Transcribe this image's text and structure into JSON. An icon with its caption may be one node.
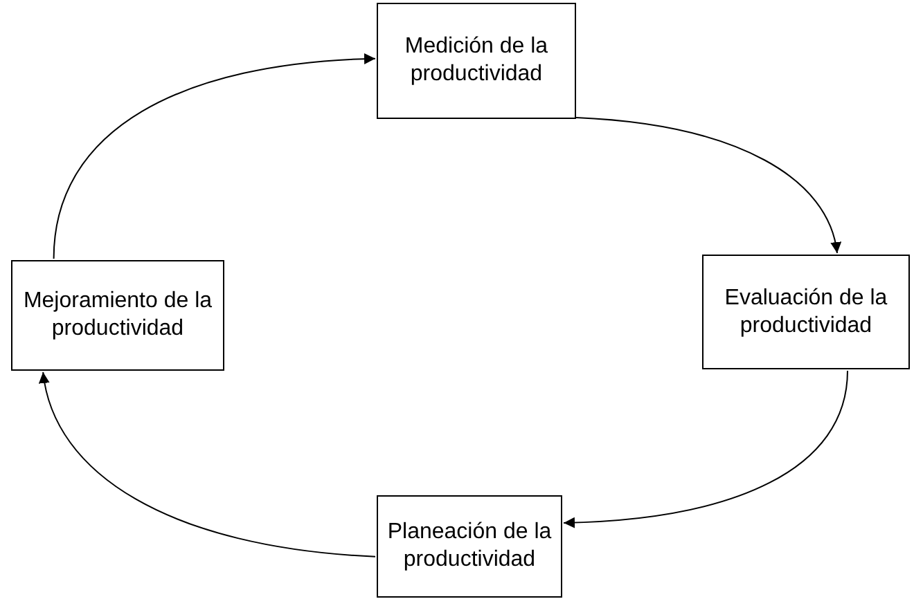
{
  "diagram": {
    "nodes": [
      {
        "text": [
          "Medición de la productividad"
        ]
      },
      {
        "text": [
          "Evaluación de la productividad"
        ]
      },
      {
        "text": [
          "Planeación de la productividad"
        ]
      },
      {
        "text": [
          "Mejoramiento de la productividad"
        ]
      }
    ],
    "edges": [
      {
        "from": 0,
        "to": 1,
        "arrow": "to"
      },
      {
        "from": 1,
        "to": 2,
        "arrow": "to"
      },
      {
        "from": 2,
        "to": 3,
        "arrow": "to"
      },
      {
        "from": 3,
        "to": 0,
        "arrow": "to"
      }
    ]
  }
}
